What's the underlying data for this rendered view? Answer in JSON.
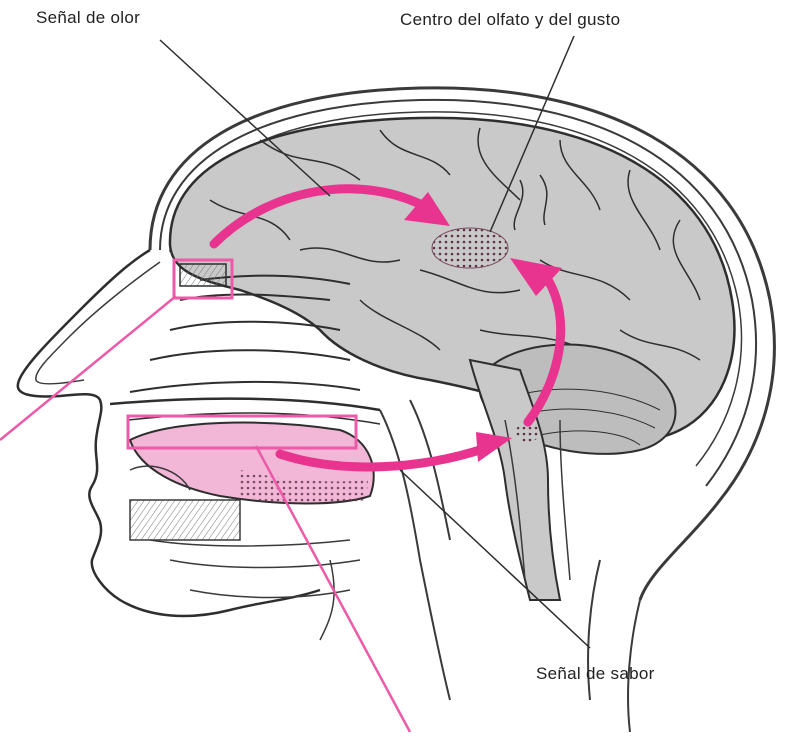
{
  "labels": {
    "smell_signal": "Señal de olor",
    "smell_taste_center": "Centro del olfato y del gusto",
    "taste_signal": "Señal de sabor"
  },
  "colors": {
    "brain_fill": "#c9c9c9",
    "arrow": "#e8338f",
    "highlight_box": "#ec5aa8",
    "tongue": "#f2b6d6",
    "line": "#3a3a3a",
    "center_spot": "#7a4a5e"
  },
  "icons": {
    "smell_arrow": "curved-arrow-right",
    "taste_arrow": "curved-arrow-up"
  }
}
